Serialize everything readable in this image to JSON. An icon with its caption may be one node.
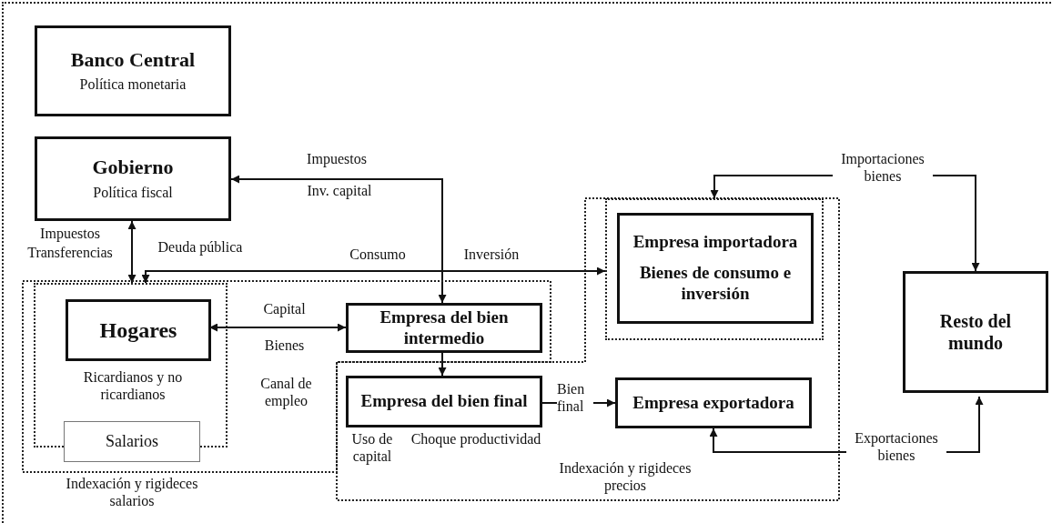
{
  "diagram": {
    "nodes": [
      {
        "text": [
          "Banco Central",
          "Política monetaria"
        ]
      },
      {
        "text": [
          "Gobierno",
          "Política fiscal"
        ]
      },
      {
        "text": [
          "Indexación y rigideces salarios"
        ]
      },
      {
        "text": [
          "Ricardianos y no ricardianos"
        ],
        "in": 2
      },
      {
        "text": [
          "Hogares"
        ],
        "in": 3
      },
      {
        "text": [
          "Salarios"
        ],
        "in": 2
      },
      {
        "text": [
          "Empresa del bien intermedio"
        ],
        "in": 2
      },
      {
        "text": [
          "Indexación y rigideces precios"
        ]
      },
      {
        "text": [],
        "shape": "box",
        "in": 7
      },
      {
        "text": [
          "Empresa importadora",
          "Bienes de consumo e inversión"
        ],
        "in": 8
      },
      {
        "text": [
          "Empresa del bien final"
        ],
        "in": 7,
        "beside": [
          "Uso de capital",
          "Choque productividad"
        ]
      },
      {
        "text": [
          "Empresa exportadora"
        ],
        "in": 7
      },
      {
        "text": [
          "Resto del mundo"
        ]
      }
    ],
    "edges": [
      {
        "from": 1,
        "to": 3,
        "arrow": "both",
        "label": "Deuda pública"
      },
      {
        "from": 1,
        "to": 6,
        "arrow": "both",
        "label": "Impuestos"
      },
      {
        "from": 8,
        "to": 3,
        "arrow": "both",
        "label": "Consumo"
      },
      {
        "from": 4,
        "to": 6,
        "arrow": "both",
        "label": "Capital"
      },
      {
        "from": 6,
        "to": 10,
        "arrow": "to"
      },
      {
        "from": 10,
        "to": 11,
        "arrow": "to",
        "label": "Bien final"
      },
      {
        "from": 12,
        "to": 8,
        "arrow": "both",
        "label": "Importaciones bienes"
      },
      {
        "from": 11,
        "to": 12,
        "arrow": "both",
        "label": "Exportaciones bienes"
      }
    ],
    "labels": [
      "Impuestos",
      "Transferencias",
      "Inv. capital",
      "Inversión",
      "Bienes",
      "Canal de empleo"
    ]
  }
}
